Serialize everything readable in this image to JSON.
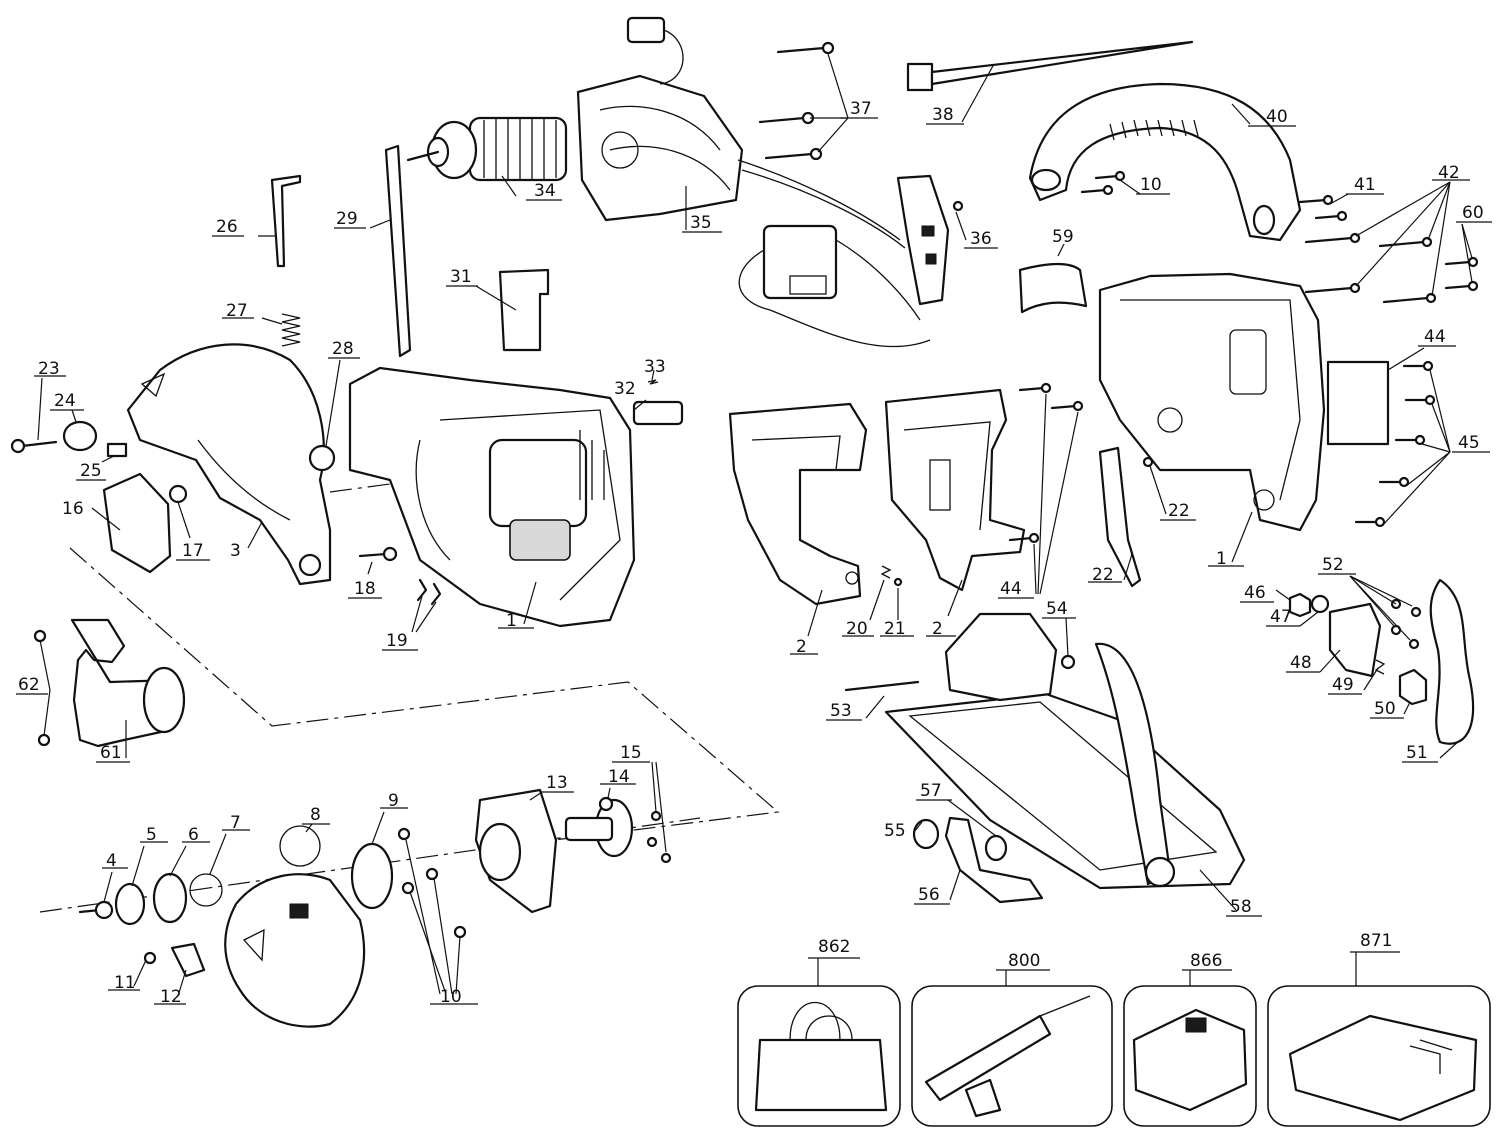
{
  "diagram": {
    "callouts": [
      "1",
      "1",
      "2",
      "2",
      "3",
      "4",
      "5",
      "6",
      "7",
      "8",
      "9",
      "10",
      "10",
      "11",
      "12",
      "13",
      "14",
      "15",
      "16",
      "17",
      "18",
      "19",
      "20",
      "21",
      "22",
      "22",
      "23",
      "24",
      "25",
      "26",
      "27",
      "28",
      "29",
      "31",
      "32",
      "33",
      "34",
      "35",
      "36",
      "37",
      "38",
      "40",
      "41",
      "42",
      "44",
      "44",
      "45",
      "46",
      "47",
      "48",
      "49",
      "50",
      "51",
      "52",
      "53",
      "54",
      "55",
      "56",
      "57",
      "58",
      "59",
      "60",
      "61",
      "62"
    ],
    "accessories": [
      "862",
      "800",
      "866",
      "871"
    ]
  },
  "colors": {
    "line": "#111111",
    "background": "#ffffff"
  }
}
